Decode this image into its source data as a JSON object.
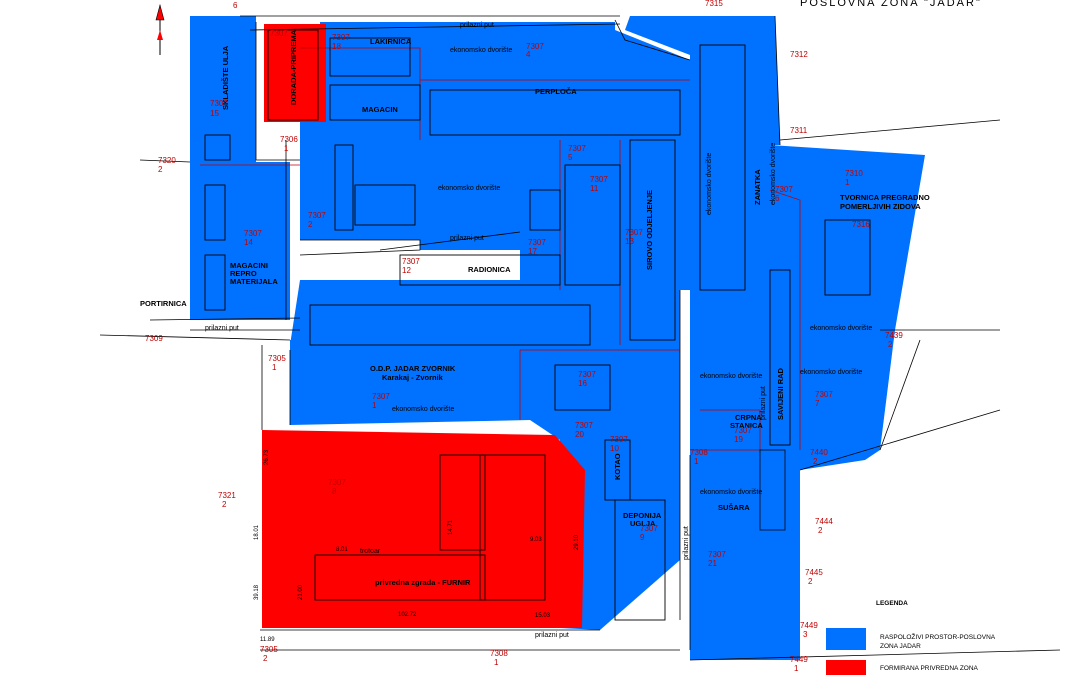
{
  "title": "POSLOVNA ZONA \"JADAR\"",
  "colors": {
    "blue": "#0072ff",
    "red": "#ff0000",
    "parcel_red": "#c00000"
  },
  "legend": {
    "heading": "LEGENDA",
    "blue_label_1": "RASPOLOŽIVI PROSTOR-POSLOVNA",
    "blue_label_2": "ZONA JADAR",
    "red_label": "FORMIRANA PRIVREDNA ZONA"
  },
  "buildings": {
    "skladiste_ulja": "SKLADIŠTE ULJA",
    "lakirnica": "LAKIRNICA",
    "perploca": "PERPLOČA",
    "magacin": "MAGACIN",
    "dorada": "DORADA-PRIPREMA",
    "magacini_repro_1": "MAGACINI",
    "magacini_repro_2": "REPRO",
    "magacini_repro_3": "MATERIJALA",
    "portirnica": "PORTIRNICA",
    "radionica": "RADIONICA",
    "sirovo_odjeljenje": "SIROVO ODJELJENJE",
    "tvornica_1": "TVORNICA PREGRADNO",
    "tvornica_2": "POMERLJIVIH ZIDOVA",
    "odp_1": "O.D.P. JADAR ZVORNIK",
    "odp_2": "Karakaj - Zvornik",
    "crpna_1": "CRPNA",
    "crpna_2": "STANICA",
    "kotao": "KOTAO",
    "deponija_1": "DEPONIJA",
    "deponija_2": "UGLJA",
    "susara": "SUŠARA",
    "savijeni_rad": "SAVIJENI RAD",
    "zanatka": "ZANATKA",
    "privredna_zgrada": "privredna zgrada - FURNIR",
    "trotoar": "trotoar"
  },
  "labels": {
    "prilazni_put": "prilazni put",
    "ekonomsko_dvoriste": "ekonomsko dvorište"
  },
  "parcels": {
    "p6": "6",
    "p7315": "7315",
    "p7312": "7312",
    "p7311": "7311",
    "p7320": "7320",
    "p7320_2": "2",
    "p7307_15": "7307",
    "p15": "15",
    "p7307_18": "7307",
    "p18": "18",
    "p7307_a": "7307",
    "p4": "4",
    "p7307_s": "7307",
    "p7306_1": "7306",
    "p1a": "1",
    "p7307_2": "7307",
    "p2": "2",
    "p7307_5": "7307",
    "p5": "5",
    "p7307_11": "7307",
    "p11": "11",
    "p7307_13": "7307",
    "p13": "13",
    "p7307_14": "7307",
    "p14": "14",
    "p7307_12": "7307",
    "p12": "12",
    "p7307_17": "7307",
    "p17": "17",
    "p7310": "7310",
    "p7310_1": "1",
    "p7307_6": "7307",
    "p6b": "6",
    "p7309": "7309",
    "p7305": "7305",
    "p7305_1": "1",
    "p7307_1": "7307",
    "p1b": "1",
    "p7307_16": "7307",
    "p16": "16",
    "p7307_20": "7307",
    "p20": "20",
    "p7307_10": "7307",
    "p10": "10",
    "p7307_19": "7307",
    "p19": "19",
    "p7307_7": "7307",
    "p7": "7",
    "p7439": "7439",
    "p7439_2": "2",
    "p7440": "7440",
    "p7440_2": "2",
    "p7308": "7308",
    "p7308_1": "1",
    "p7321": "7321",
    "p7321_2": "2",
    "p7307_8": "7307",
    "p8": "8",
    "p7307_9": "7307",
    "p9": "9",
    "p7307_21": "7307",
    "p21": "21",
    "p7444": "7444",
    "p7444_2": "2",
    "p7445": "7445",
    "p7445_2": "2",
    "p7449": "7449",
    "p7449_3": "3",
    "p7449b": "7449",
    "p7449b_1": "1",
    "p7305b": "7305",
    "p7305b_2": "2",
    "p7308b": "7308",
    "p7308b_1": "1",
    "p7316": "7316"
  },
  "dimensions": {
    "d1": "26.73",
    "d2": "18.01",
    "d3": "39.18",
    "d4": "11.89",
    "d5": "102.72",
    "d6": "8.01",
    "d7": "15.03",
    "d8": "29.10",
    "d9": "9.03",
    "d10": "14.71",
    "d11": "21.00"
  }
}
